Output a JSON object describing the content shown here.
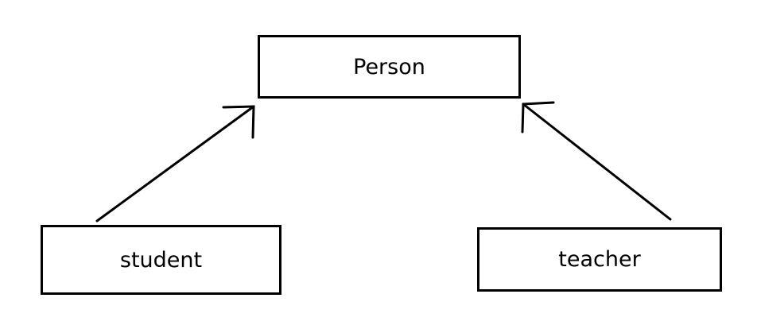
{
  "diagram": {
    "parent": {
      "label": "Person"
    },
    "children": [
      {
        "label": "student"
      },
      {
        "label": "teacher"
      }
    ],
    "relation": "inheritance"
  }
}
